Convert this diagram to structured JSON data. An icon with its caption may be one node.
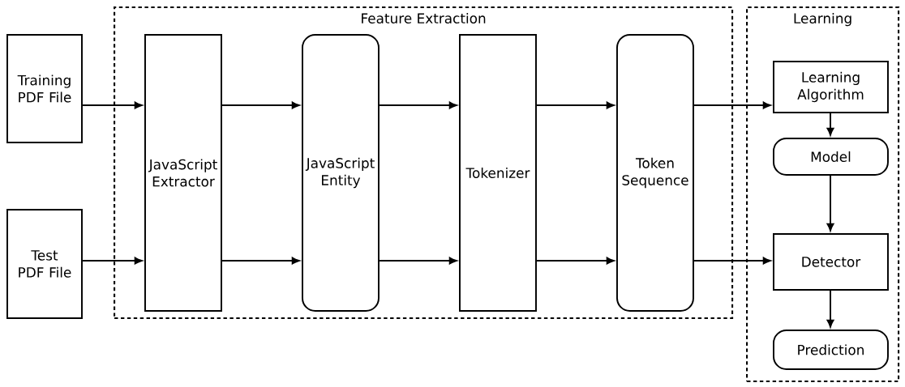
{
  "diagram": {
    "nodes": [
      {
        "text": [
          "Feature Extraction"
        ]
      },
      {
        "text": [
          "Learning"
        ]
      },
      {
        "text": [
          "Training PDF File"
        ]
      },
      {
        "text": [
          "Test PDF File"
        ]
      },
      {
        "text": [
          "JavaScript Extractor"
        ],
        "in": 0
      },
      {
        "text": [
          "JavaScript Entity"
        ],
        "in": 0
      },
      {
        "text": [
          "Tokenizer"
        ],
        "in": 0
      },
      {
        "text": [
          "Token Sequence"
        ],
        "in": 0
      },
      {
        "text": [
          "Learning Algorithm"
        ],
        "in": 1
      },
      {
        "text": [
          "Model"
        ],
        "in": 1
      },
      {
        "text": [
          "Detector"
        ],
        "in": 1
      },
      {
        "text": [
          "Prediction"
        ],
        "in": 1
      }
    ],
    "edges": [
      {
        "from": 2,
        "to": 4,
        "arrow": "to"
      },
      {
        "from": 3,
        "to": 4,
        "arrow": "to"
      },
      {
        "from": 4,
        "to": 5,
        "arrow": "to"
      },
      {
        "from": 4,
        "to": 5,
        "arrow": "to"
      },
      {
        "from": 5,
        "to": 6,
        "arrow": "to"
      },
      {
        "from": 5,
        "to": 6,
        "arrow": "to"
      },
      {
        "from": 6,
        "to": 7,
        "arrow": "to"
      },
      {
        "from": 6,
        "to": 7,
        "arrow": "to"
      },
      {
        "from": 7,
        "to": 8,
        "arrow": "to"
      },
      {
        "from": 7,
        "to": 10,
        "arrow": "to"
      },
      {
        "from": 8,
        "to": 9,
        "arrow": "to"
      },
      {
        "from": 9,
        "to": 10,
        "arrow": "to"
      },
      {
        "from": 10,
        "to": 11,
        "arrow": "to"
      }
    ]
  }
}
